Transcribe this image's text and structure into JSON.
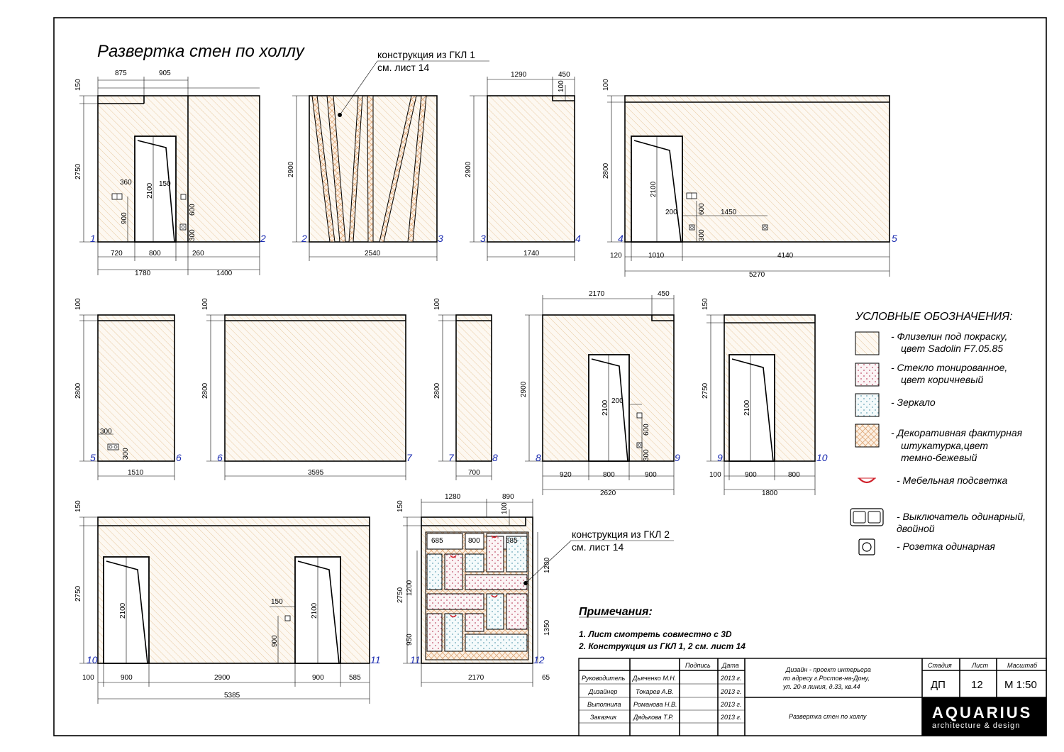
{
  "sheet": {
    "title": "Развертка стен по холлу",
    "callout_gkl1": [
      "конструкция из ГКЛ 1",
      "см. лист 14"
    ],
    "callout_gkl2": [
      "конструкция из ГКЛ 2",
      "см. лист 14"
    ]
  },
  "dims": {
    "w1": {
      "top_a": "875",
      "top_b": "905",
      "h_top": "150",
      "h_main": "2750",
      "h_360": "360",
      "h_2100": "2100",
      "h_150": "150",
      "h_900": "900",
      "h_600": "600",
      "h_300": "300",
      "b_a": "720",
      "b_b": "800",
      "b_c": "260",
      "t_a": "1780",
      "t_b": "1400",
      "ax_l": "1",
      "ax_r": "2"
    },
    "w2": {
      "h": "2900",
      "w": "2540",
      "ax_l": "2",
      "ax_r": "3"
    },
    "w3": {
      "top_a": "1290",
      "top_b": "450",
      "h_100": "100",
      "h": "2900",
      "w": "1740",
      "ax_l": "3",
      "ax_r": "4"
    },
    "w4": {
      "h_top": "100",
      "h": "2800",
      "h_2100": "2100",
      "h_200": "200",
      "h_600": "600",
      "h_1450": "1450",
      "h_300": "300",
      "b_a": "120",
      "b_b": "1010",
      "b_c": "4140",
      "t": "5270",
      "ax_l": "4",
      "ax_r": "5"
    },
    "w5": {
      "h_top": "100",
      "h": "2800",
      "h_300a": "300",
      "h_300b": "300",
      "w": "1510",
      "ax_l": "5",
      "ax_r": "6"
    },
    "w6": {
      "h_top": "100",
      "h": "2800",
      "w": "3595",
      "ax_l": "6",
      "ax_r": "7"
    },
    "w7": {
      "h_top": "100",
      "h": "2800",
      "w": "700",
      "ax_l": "7",
      "ax_r": "8"
    },
    "w8": {
      "top_a": "2170",
      "top_b": "450",
      "h": "2900",
      "h_2100": "2100",
      "h_200": "200",
      "h_600": "600",
      "h_300": "300",
      "b_a": "920",
      "b_b": "800",
      "b_c": "900",
      "t": "2620",
      "ax_l": "8",
      "ax_r": "9"
    },
    "w9": {
      "h_top": "150",
      "h": "2750",
      "h_2100": "2100",
      "b_a": "100",
      "b_b": "900",
      "b_c": "800",
      "t": "1800",
      "ax_l": "9",
      "ax_r": "10"
    },
    "w10": {
      "h_top": "150",
      "h": "2750",
      "h_2100a": "2100",
      "h_2100b": "2100",
      "h_150": "150",
      "h_900": "900",
      "b_a": "100",
      "b_b": "900",
      "b_c": "2900",
      "b_d": "900",
      "b_e": "585",
      "t": "5385",
      "ax_l": "10",
      "ax_r": "11"
    },
    "w11": {
      "top_a": "1280",
      "top_b": "890",
      "h_150": "150",
      "h_100": "100",
      "h": "2750",
      "h_1200a": "1200",
      "h_950": "950",
      "h_1200b": "1200",
      "h_1350": "1350",
      "p_685a": "685",
      "p_800": "800",
      "p_685b": "685",
      "w": "2170",
      "w_65": "65",
      "ax_l": "11",
      "ax_r": "12"
    }
  },
  "legend": {
    "heading": "УСЛОВНЫЕ ОБОЗНАЧЕНИЯ:",
    "items": [
      [
        "- Флизелин под покраску,",
        "цвет Sadolin F7.05.85"
      ],
      [
        "- Стекло тонированное,",
        "цвет коричневый"
      ],
      [
        "- Зеркало"
      ],
      [
        "- Декоративная фактурная",
        "штукатурка,цвет",
        "темно-бежевый"
      ],
      [
        "- Мебельная подсветка"
      ],
      [
        "- Выключатель одинарный,",
        "двойной"
      ],
      [
        "- Розетка одинарная"
      ]
    ]
  },
  "notes": {
    "heading": "Примечания:",
    "lines": [
      "1. Лист смотреть совместно с 3D",
      "2. Конструкция из ГКЛ 1, 2 см. лист 14"
    ]
  },
  "titleblock": {
    "col_sign": "Подпись",
    "col_date": "Дата",
    "rows": [
      {
        "role": "Руководитель",
        "name": "Дьяченко М.Н.",
        "date": "2013 г."
      },
      {
        "role": "Дизайнер",
        "name": "Токарев А.В.",
        "date": "2013 г."
      },
      {
        "role": "Выполнила",
        "name": "Романова Н.В.",
        "date": "2013 г."
      },
      {
        "role": "Заказчик",
        "name": "Дядькова Т.Р.",
        "date": "2013 г."
      }
    ],
    "project": [
      "Дизайн - проект интерьера",
      "по адресу г.Ростов-на-Дону,",
      "ул. 20-я линия, д.33, кв.44"
    ],
    "sheet_name": "Развертка стен по холлу",
    "stage_label": "Стадия",
    "sheet_label": "Лист",
    "scale_label": "Масштаб",
    "stage": "ДП",
    "sheet_no": "12",
    "scale": "М 1:50",
    "logo_name": "AQUARIUS",
    "logo_sub": "architecture & design"
  },
  "colors": {
    "hatch": "#e8c9a0",
    "fill": "#fdf8f1",
    "axis": "#1a2bb0",
    "glass": "#c0506a",
    "mirror": "#6aa6b8",
    "lamp": "#d0202a"
  }
}
